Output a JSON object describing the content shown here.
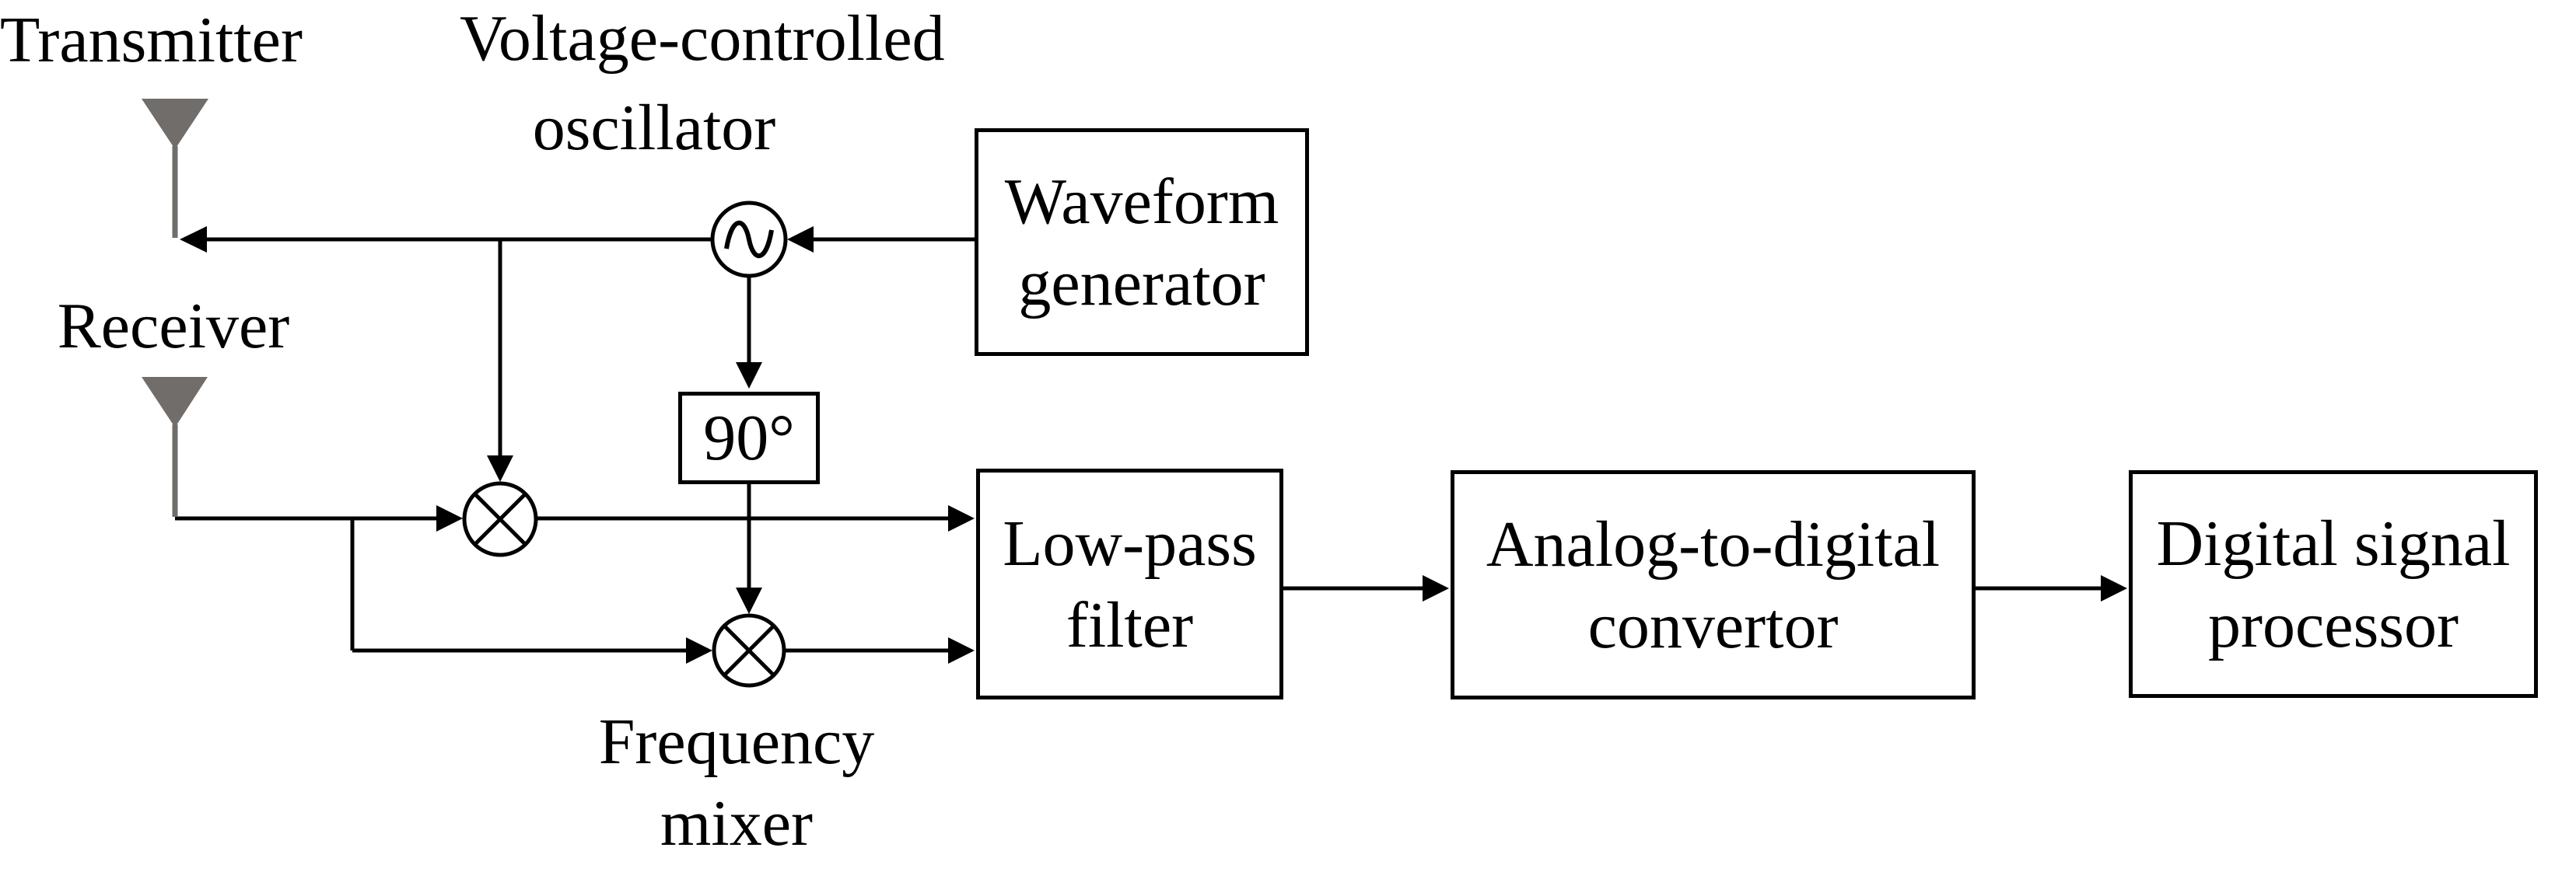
{
  "diagram_type": "block-diagram",
  "colors": {
    "background": "#ffffff",
    "line": "#000000",
    "text": "#000000",
    "antenna_gray": "#716d6a"
  },
  "labels": {
    "transmitter": "Transmitter",
    "receiver": "Receiver",
    "vco_line1": "Voltage-controlled",
    "vco_line2": "oscillator",
    "frequency_mixer_line1": "Frequency",
    "frequency_mixer_line2": "mixer",
    "phase_shift": "90°"
  },
  "boxes": {
    "waveform_generator": {
      "line1": "Waveform",
      "line2": "generator"
    },
    "low_pass_filter": {
      "line1": "Low-pass",
      "line2": "filter"
    },
    "analog_to_digital_convertor": {
      "line1": "Analog-to-digital",
      "line2": "convertor"
    },
    "digital_signal_processor": {
      "line1": "Digital signal",
      "line2": "processor"
    }
  }
}
